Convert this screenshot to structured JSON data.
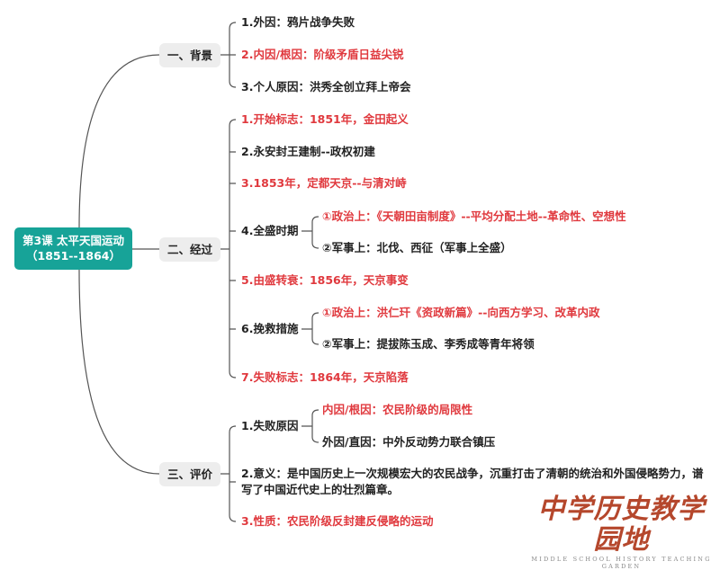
{
  "root": {
    "title": "第3课 太平天国运动",
    "years": "（1851--1864）"
  },
  "branches": [
    {
      "label": "一、背景",
      "items": [
        {
          "text": "1.外因：鸦片战争失败",
          "red": false
        },
        {
          "text": "2.内因/根因：阶级矛盾日益尖锐",
          "red": true
        },
        {
          "text": "3.个人原因：洪秀全创立拜上帝会",
          "red": false
        }
      ]
    },
    {
      "label": "二、经过",
      "items": [
        {
          "text": "1.开始标志：1851年，金田起义",
          "red": true
        },
        {
          "text": "2.永安封王建制--政权初建",
          "red": false
        },
        {
          "text": "3.1853年，定都天京--与清对峙",
          "red": true
        },
        {
          "text": "4.全盛时期",
          "red": false,
          "sub": [
            {
              "text": "①政治上：《天朝田亩制度》--平均分配土地--革命性、空想性",
              "red": true
            },
            {
              "text": "②军事上：北伐、西征（军事上全盛）",
              "red": false
            }
          ]
        },
        {
          "text": "5.由盛转衰：1856年，天京事变",
          "red": true
        },
        {
          "text": "6.挽救措施",
          "red": false,
          "sub": [
            {
              "text": "①政治上：洪仁玕《资政新篇》--向西方学习、改革内政",
              "red": true
            },
            {
              "text": "②军事上：提拔陈玉成、李秀成等青年将领",
              "red": false
            }
          ]
        },
        {
          "text": "7.失败标志：1864年，天京陷落",
          "red": true
        }
      ]
    },
    {
      "label": "三、评价",
      "items": [
        {
          "text": "1.失败原因",
          "red": false,
          "sub": [
            {
              "text": "内因/根因：农民阶级的局限性",
              "red": true
            },
            {
              "text": "外因/直因：中外反动势力联合镇压",
              "red": false
            }
          ]
        },
        {
          "text": "2.意义：是中国历史上一次规模宏大的农民战争，沉重打击了清朝的统治和外国侵略势力，谱写了中国近代史上的壮烈篇章。",
          "red": false
        },
        {
          "text": "3.性质：农民阶级反封建反侵略的运动",
          "red": true
        }
      ]
    }
  ],
  "watermark": {
    "cn": "中学历史教学园地",
    "en": "MIDDLE SCHOOL HISTORY TEACHING GARDEN"
  },
  "colors": {
    "root": "#17a398",
    "red": "#e0393e",
    "branch_bg": "#ededed"
  }
}
